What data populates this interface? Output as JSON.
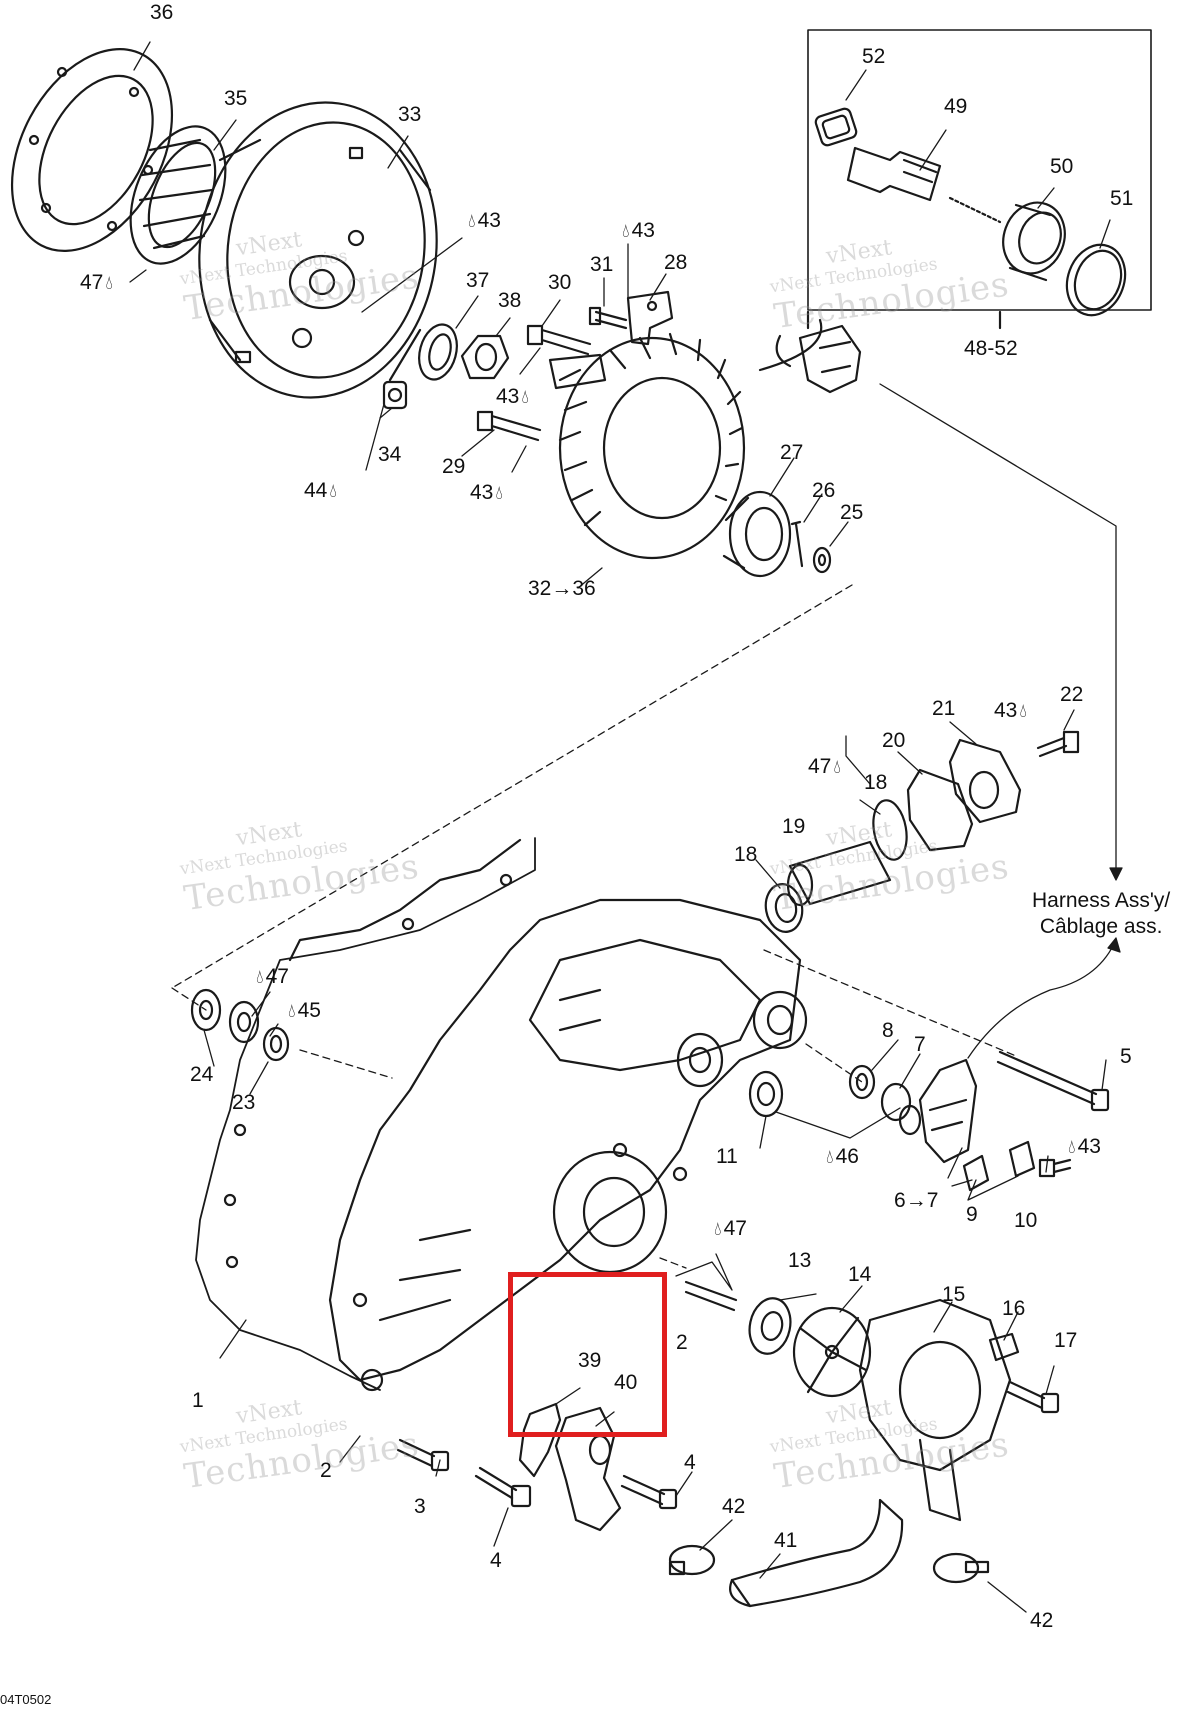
{
  "diagram": {
    "drawing_code": "04T0502",
    "watermark": {
      "line1": "vNext",
      "line2": "vNext Technologies",
      "line3": "Technologies"
    },
    "harness_label": {
      "line1": "Harness Ass'y/",
      "line2": "Câblage ass."
    },
    "kit_bracket_label": "48-52",
    "lubricant_icon": "oil-drop-icon",
    "arrow_glyph": "→",
    "highlight_color": "#e01f1f",
    "callouts": {
      "c36": "36",
      "c35": "35",
      "c33": "33",
      "c43a": "43",
      "c47a": "47",
      "c52": "52",
      "c49": "49",
      "c50": "50",
      "c51": "51",
      "c43b": "43",
      "c31": "31",
      "c28": "28",
      "c37": "37",
      "c38": "38",
      "c30": "30",
      "c43c": "43",
      "c29": "29",
      "c43d": "43",
      "c34": "34",
      "c44": "44",
      "c27": "27",
      "c26": "26",
      "c25": "25",
      "c32a": "32",
      "c32b": "36",
      "c22": "22",
      "c21": "21",
      "c43e": "43",
      "c20": "20",
      "c47b": "47",
      "c18a": "18",
      "c19": "19",
      "c18b": "18",
      "c47c": "47",
      "c45": "45",
      "c24": "24",
      "c23": "23",
      "c8": "8",
      "c7": "7",
      "c5": "5",
      "c11": "11",
      "c46": "46",
      "c43f": "43",
      "c6a": "6",
      "c6b": "7",
      "c9": "9",
      "c10": "10",
      "c47d": "47",
      "c13": "13",
      "c14": "14",
      "c15": "15",
      "c16": "16",
      "c17": "17",
      "c2a": "2",
      "c39": "39",
      "c40": "40",
      "c1": "1",
      "c2b": "2",
      "c4a": "4",
      "c3": "3",
      "c4b": "4",
      "c42a": "42",
      "c41": "41",
      "c42b": "42"
    }
  }
}
